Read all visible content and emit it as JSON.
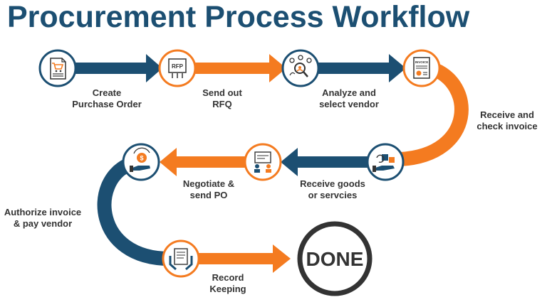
{
  "title": "Procurement Process Workflow",
  "colors": {
    "navy": "#1c4f72",
    "orange": "#f47b20",
    "text": "#333333",
    "done_ring": "#333333"
  },
  "steps": [
    {
      "icon": "purchase-order-cart-icon",
      "line1": "Create",
      "line2": "Purchase Order"
    },
    {
      "icon": "rfp-document-icon",
      "icon_text": "RFP",
      "line1": "Send out",
      "line2": "RFQ"
    },
    {
      "icon": "vendor-search-icon",
      "line1": "Analyze and",
      "line2": "select vendor"
    },
    {
      "icon": "invoice-icon",
      "icon_text": "INVOICE",
      "line1": "Receive and",
      "line2": "check invoice"
    },
    {
      "icon": "receive-goods-hand-icon",
      "line1": "Receive goods",
      "line2": "or servcies"
    },
    {
      "icon": "negotiate-board-icon",
      "line1": "Negotiate &",
      "line2": "send PO"
    },
    {
      "icon": "payment-hand-icon",
      "line1": "Authorize invoice",
      "line2": "& pay vendor"
    },
    {
      "icon": "record-keeping-icon",
      "line1": "Record",
      "line2": "Keeping"
    }
  ],
  "done_label": "DONE"
}
